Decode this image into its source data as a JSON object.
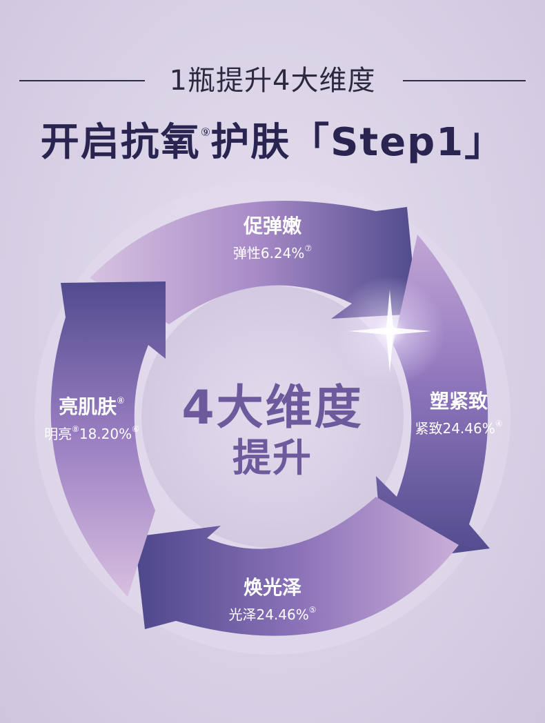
{
  "header": {
    "subtitle": "1瓶提升4大维度",
    "title_main": "开启抗氧",
    "title_note": "⑨",
    "title_rest": "护肤「Step1」"
  },
  "center": {
    "line1": "4大维度",
    "line2": "提升"
  },
  "segments": [
    {
      "name": "促弹嫩",
      "name_note": "",
      "stat": "弹性6.24%",
      "stat_note": "⑦"
    },
    {
      "name": "塑紧致",
      "name_note": "",
      "stat": "紧致24.46%",
      "stat_note": "④"
    },
    {
      "name": "焕光泽",
      "name_note": "",
      "stat": "光泽24.46%",
      "stat_note": "⑤"
    },
    {
      "name": "亮肌肤",
      "name_note": "⑧",
      "stat": "明亮",
      "stat_mid_note": "⑧",
      "stat_value": "18.20%",
      "stat_note": "⑥"
    }
  ],
  "colors": {
    "ring_light": "#b99ad0",
    "ring_dark": "#4f4a8c",
    "text_dark": "#2a2550",
    "center_text": "#6d5a9c"
  }
}
